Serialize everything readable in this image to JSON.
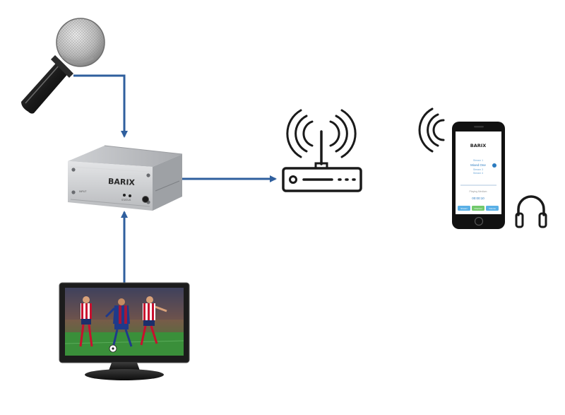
{
  "colors": {
    "connector": "#2f5f9e",
    "device_body": "#c7c9cc",
    "icon_stroke": "#1a1a1a",
    "screen_bezel": "#1c1c1c",
    "pitch_green": "#3a8f3a"
  },
  "encoder": {
    "brand": "BARIX",
    "port_left": "INPUT",
    "port_right": "STATUS"
  },
  "phone": {
    "brand": "BARIX",
    "stream_small_1": "Stream 1",
    "stream_title": "Mixed One",
    "stream_small_2": "Stream 3",
    "stream_small_3": "Stream 4",
    "status_label": "Playing Medium",
    "timer": "00:00:10",
    "button_1": "Stream",
    "button_2": "Channel",
    "button_3": "Volume"
  },
  "icons": {
    "microphone": "microphone-icon",
    "router": "wifi-router-icon",
    "headphones": "headphones-icon",
    "phone_signal": "wifi-signal-icon"
  }
}
